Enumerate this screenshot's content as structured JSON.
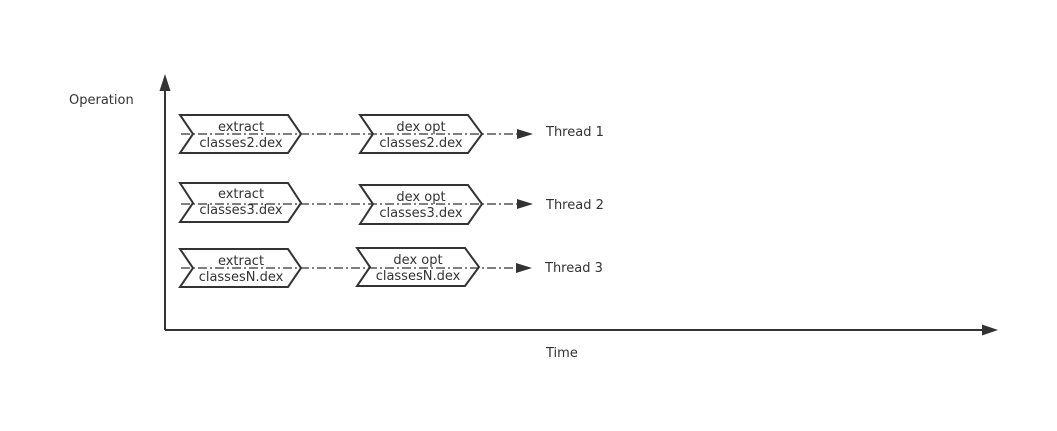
{
  "axes": {
    "y_label": "Operation",
    "x_label": "Time"
  },
  "threads": [
    {
      "name": "Thread 1",
      "steps": [
        {
          "line1": "extract",
          "line2": "classes2.dex"
        },
        {
          "line1": "dex opt",
          "line2": "classes2.dex"
        }
      ]
    },
    {
      "name": "Thread 2",
      "steps": [
        {
          "line1": "extract",
          "line2": "classes3.dex"
        },
        {
          "line1": "dex opt",
          "line2": "classes3.dex"
        }
      ]
    },
    {
      "name": "Thread 3",
      "steps": [
        {
          "line1": "extract",
          "line2": "classesN.dex"
        },
        {
          "line1": "dex opt",
          "line2": "classesN.dex"
        }
      ]
    }
  ]
}
